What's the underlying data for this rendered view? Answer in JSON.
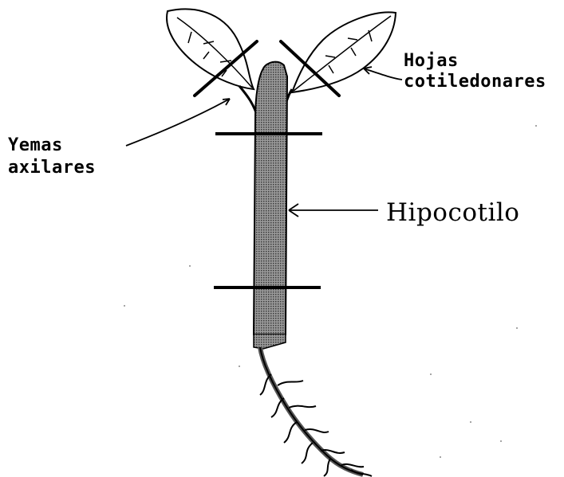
{
  "labels": {
    "cotyledon_line1": "Hojas",
    "cotyledon_line2": "cotiledonares",
    "axillary_line1": "Yemas",
    "axillary_line2": "axilares",
    "hypocotyl": "Hipocotilo"
  },
  "colors": {
    "ink": "#000000",
    "stem_fill": "#7a7a7a",
    "background": "#ffffff"
  }
}
